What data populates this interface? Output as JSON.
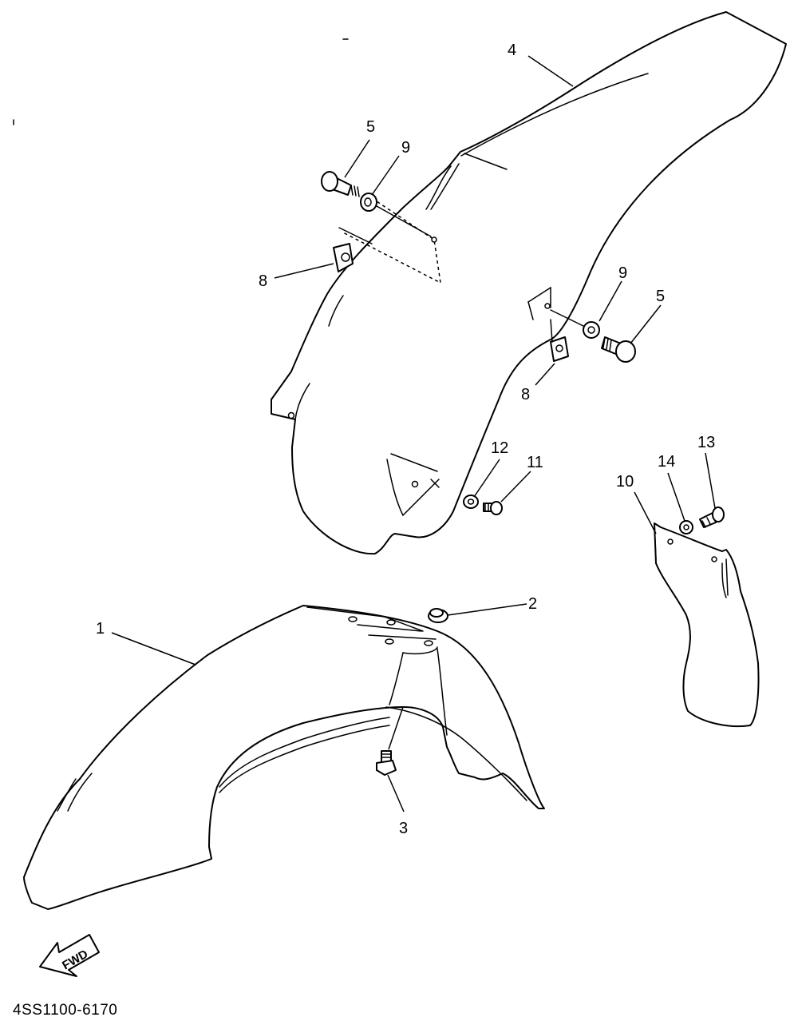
{
  "diagram_code": "4SS1100-6170",
  "fwd_label": "FWD",
  "callouts": {
    "c1": "1",
    "c2": "2",
    "c3": "3",
    "c4": "4",
    "c5a": "5",
    "c5b": "5",
    "c8a": "8",
    "c8b": "8",
    "c9a": "9",
    "c9b": "9",
    "c10": "10",
    "c11": "11",
    "c12": "12",
    "c13": "13",
    "c14": "14"
  },
  "colors": {
    "line": "#000000",
    "background": "#ffffff"
  }
}
